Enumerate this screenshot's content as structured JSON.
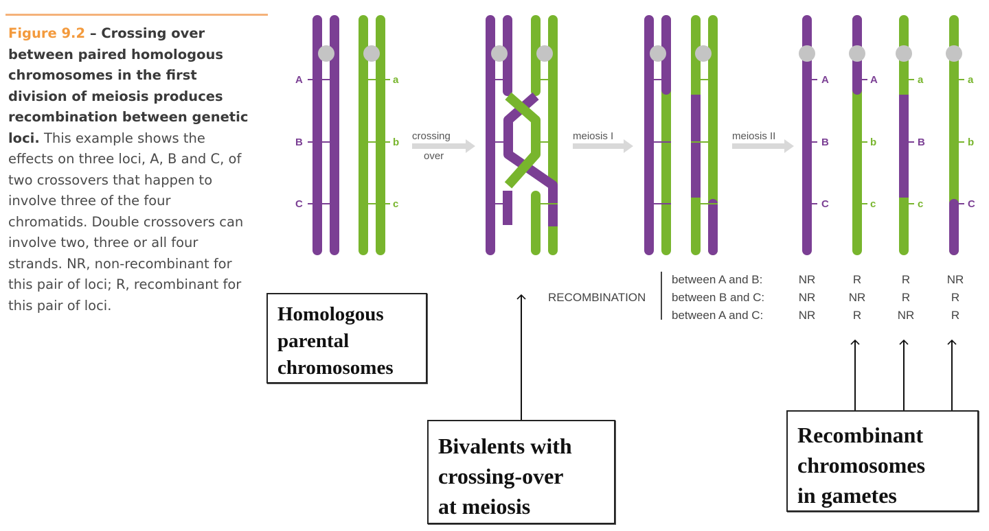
{
  "caption": {
    "figure_label": "Figure 9.2",
    "separator": " – ",
    "title": "Crossing over between paired homologous chromosomes in the first division of meiosis produces recombination between genetic loci.",
    "body": "This example shows the effects on three loci, A, B and C, of two crossovers that happen to involve three of the four chromatids. Double crossovers can involve two, three or all four strands. NR, non-recombinant for this pair of loci; R, recombinant for this pair of loci."
  },
  "steps": {
    "crossing_line1": "crossing",
    "crossing_line2": "over",
    "meiosis1": "meiosis I",
    "meiosis2": "meiosis II"
  },
  "loci": {
    "upper": [
      "A",
      "B",
      "C"
    ],
    "lower": [
      "a",
      "b",
      "c"
    ]
  },
  "recombination": {
    "heading": "RECOMBINATION",
    "rows": [
      {
        "label": "between A and B:",
        "values": [
          "NR",
          "R",
          "R",
          "NR"
        ]
      },
      {
        "label": "between B and C:",
        "values": [
          "NR",
          "NR",
          "R",
          "R"
        ]
      },
      {
        "label": "between A and C:",
        "values": [
          "NR",
          "R",
          "NR",
          "R"
        ]
      }
    ]
  },
  "boxes": {
    "homologous": [
      "Homologous",
      "parental",
      "chromosomes"
    ],
    "bivalents": [
      "Bivalents with",
      "crossing-over",
      "at meiosis"
    ],
    "recombinant": [
      "Recombinant",
      "chromosomes",
      "in gametes"
    ]
  },
  "colors": {
    "purple": "#7b3f94",
    "green": "#78b52d",
    "centromere": "#c4c4c4",
    "arrow": "#d9d9d9",
    "accent": "#f39a3d"
  }
}
